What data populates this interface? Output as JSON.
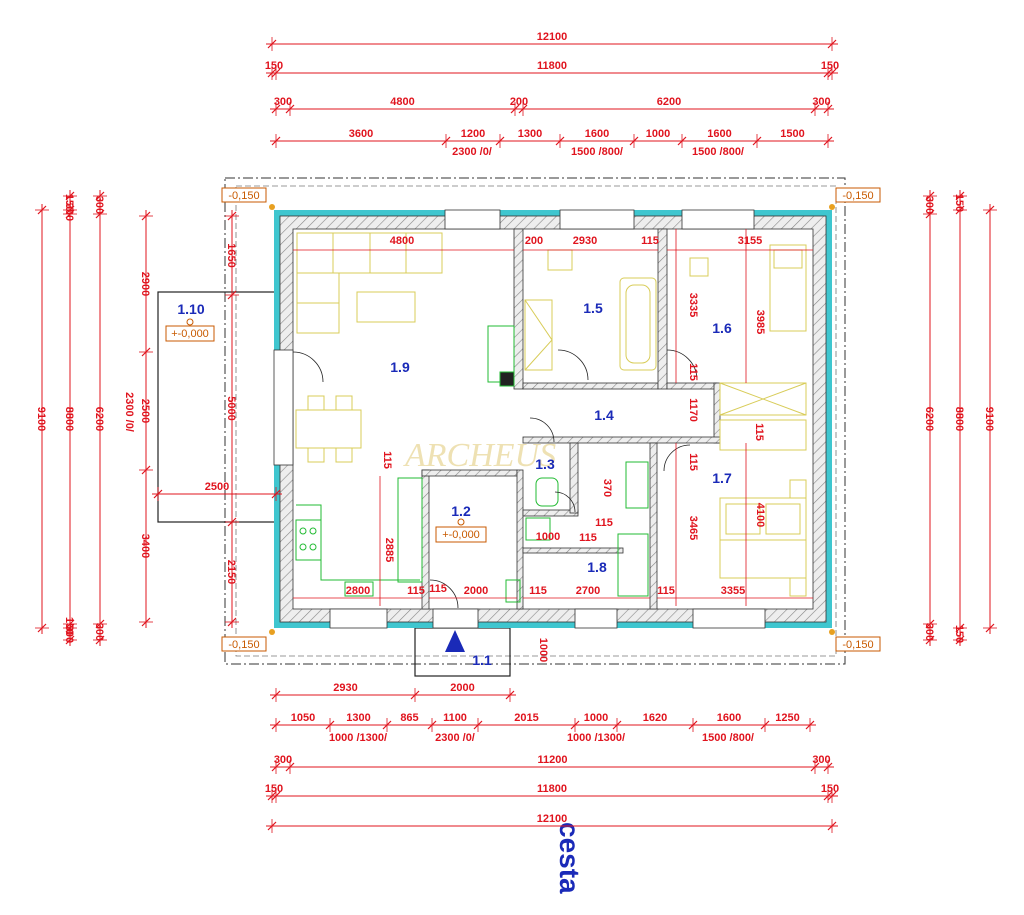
{
  "watermark": "ARCHEUS",
  "street_label": "cesta",
  "rooms": [
    {
      "id": "1.1"
    },
    {
      "id": "1.2",
      "elevation": "+-0,000"
    },
    {
      "id": "1.3"
    },
    {
      "id": "1.4"
    },
    {
      "id": "1.5"
    },
    {
      "id": "1.6"
    },
    {
      "id": "1.7"
    },
    {
      "id": "1.8"
    },
    {
      "id": "1.9"
    },
    {
      "id": "1.10",
      "elevation": "+-0,000"
    }
  ],
  "corner_elevations": [
    "-0,150",
    "-0,150",
    "-0,150",
    "-0,150"
  ],
  "dims_top": {
    "row1": [
      "12100"
    ],
    "row2": [
      "150",
      "11800",
      "150"
    ],
    "row3": [
      "300",
      "4800",
      "200",
      "6200",
      "300"
    ],
    "row4": [
      "3600",
      "1200",
      "1300",
      "1600",
      "1000",
      "1600",
      "1500"
    ],
    "row4_sub": [
      "2300 /0/",
      "1500 /800/",
      "1500 /800/"
    ]
  },
  "dims_bottom": {
    "row1": [
      "2930",
      "2000"
    ],
    "row2": [
      "1050",
      "1300",
      "865",
      "1100",
      "2015",
      "1000",
      "1620",
      "1600",
      "1250"
    ],
    "row2_sub": [
      "1000 /1300/",
      "2300 /0/",
      "1000 /1300/",
      "1500 /800/"
    ],
    "row3": [
      "300",
      "11200",
      "300"
    ],
    "row4": [
      "150",
      "11800",
      "150"
    ],
    "row5": [
      "12100"
    ]
  },
  "dims_left": {
    "outer": [
      "9100",
      "8800",
      "6200"
    ],
    "outer_small": [
      "150",
      "300",
      "150",
      "300"
    ],
    "inner": [
      "2900",
      "2500",
      "3400"
    ],
    "inner_sub": [
      "2300 /0/"
    ],
    "near": [
      "1650",
      "5000",
      "2150"
    ],
    "terrace": [
      "2500"
    ]
  },
  "dims_right": {
    "outer": [
      "6200",
      "8800",
      "9100"
    ],
    "outer_small": [
      "300",
      "150",
      "300",
      "150"
    ]
  },
  "dims_interior": [
    "4800",
    "200",
    "2930",
    "115",
    "3155",
    "3335",
    "3985",
    "115",
    "1170",
    "115",
    "115",
    "370",
    "115",
    "115",
    "1000",
    "115",
    "4100",
    "3465",
    "2885",
    "115",
    "2800",
    "115",
    "2000",
    "115",
    "2700",
    "115",
    "3355",
    "1000"
  ]
}
